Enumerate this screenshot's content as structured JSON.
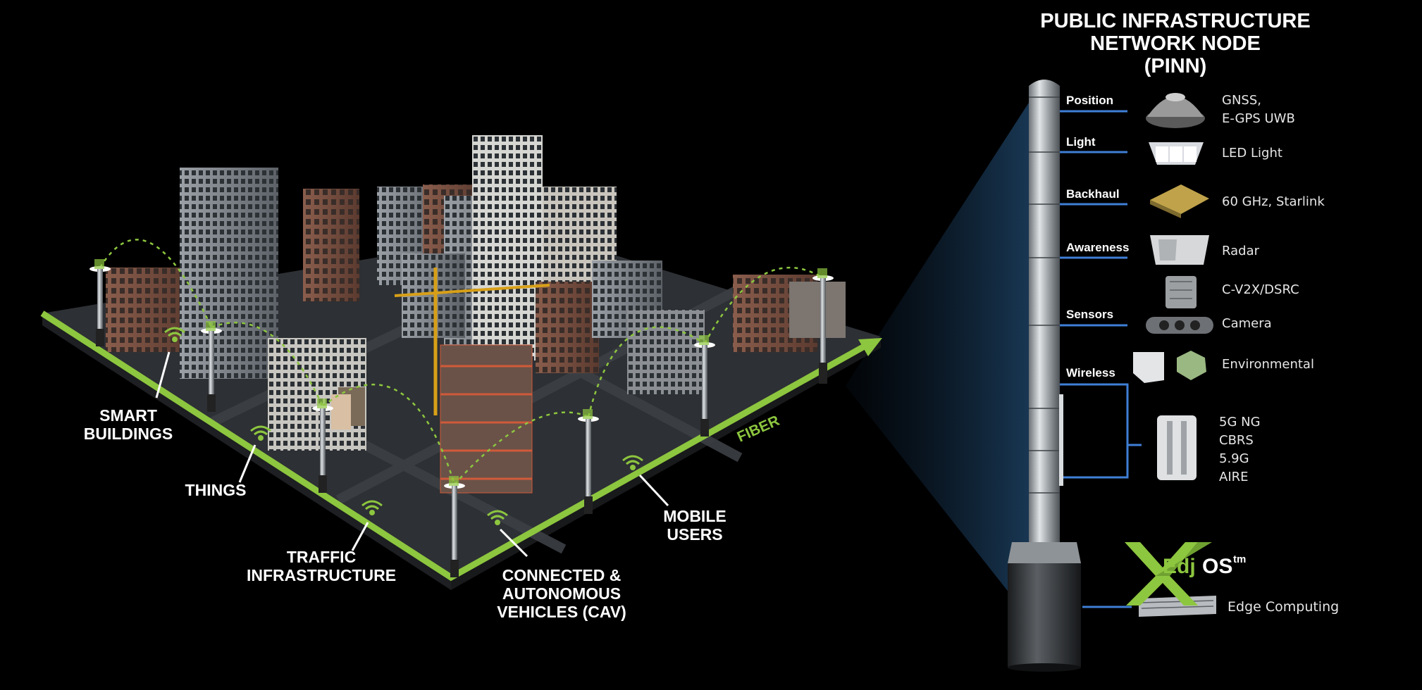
{
  "title": {
    "line1": "PUBLIC INFRASTRUCTURE",
    "line2": "NETWORK NODE",
    "line3": "(PINN)"
  },
  "callouts": {
    "smart_buildings": [
      "SMART",
      "BUILDINGS"
    ],
    "things": "THINGS",
    "traffic": [
      "TRAFFIC",
      "INFRASTRUCTURE"
    ],
    "cav": [
      "CONNECTED &",
      "AUTONOMOUS",
      "VEHICLES (CAV)"
    ],
    "mobile": [
      "MOBILE",
      "USERS"
    ],
    "fiber": "FIBER"
  },
  "categories": {
    "position": "Position",
    "light": "Light",
    "backhaul": "Backhaul",
    "awareness": "Awareness",
    "sensors": "Sensors",
    "wireless": "Wireless"
  },
  "features": {
    "gnss": [
      "GNSS,",
      "E-GPS UWB"
    ],
    "led": "LED Light",
    "ghz": "60 GHz, Starlink",
    "radar": "Radar",
    "cv2x": "C-V2X/DSRC",
    "camera": "Camera",
    "environmental": "Environmental",
    "wireless": [
      "5G NG",
      "CBRS",
      "5.9G",
      "AIRE"
    ],
    "edge": "Edge Computing"
  },
  "logo": {
    "x": "X",
    "edj": "Edj",
    "os": "OS",
    "tm": "tm"
  },
  "colors": {
    "fiber_green": "#8dc63f",
    "connector_blue": "#3f7fd6",
    "background": "#000000"
  }
}
